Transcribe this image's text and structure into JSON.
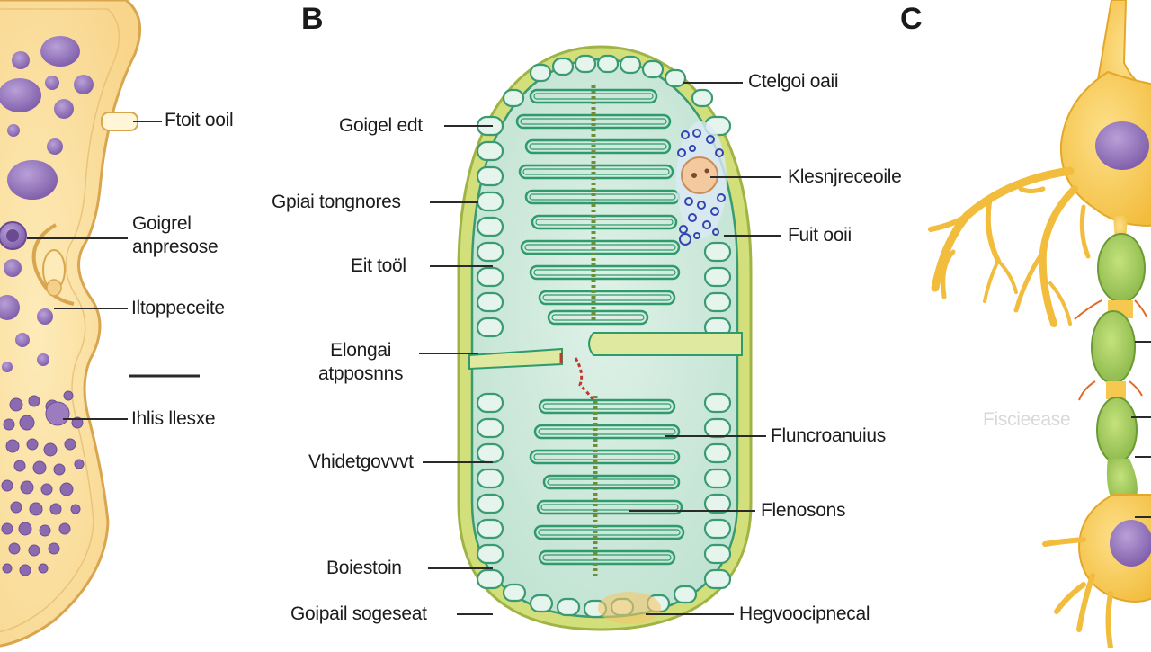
{
  "panels": {
    "b_letter": "B",
    "c_letter": "C"
  },
  "panel_a": {
    "labels": {
      "label_1": "Ftoit ooil",
      "label_2_line1": "Goigrel",
      "label_2_line2": "anpresose",
      "label_3": "Iltoppeceite",
      "label_4": "Ihlis llesxe"
    }
  },
  "panel_b": {
    "labels": {
      "left_1": "Goigel edt",
      "left_2": "Gpiai tongnores",
      "left_3": "Eit toöl",
      "left_4_line1": "Elongai",
      "left_4_line2": "atpposnns",
      "left_5": "Vhidetgovvvt",
      "left_6": "Boiestoin",
      "left_7": "Goipail sogeseat",
      "right_1": "Ctelgoi oaii",
      "right_2": "Klesnjreceoile",
      "right_3": "Fuit ooii",
      "right_4": "Fluncroanuius",
      "right_5": "Flenosons",
      "right_6": "Hegvoocipnecal"
    }
  },
  "panel_c": {
    "labels": {
      "faded": "Fiscieease"
    }
  },
  "colors": {
    "cell_fill": "#fbe3a6",
    "cell_outline": "#e0b05c",
    "nucleus": "#9d7cc0",
    "mito_outer": "#c9d76a",
    "mito_fill": "#cfe9de",
    "cristae": "#2f9a6c",
    "neuron": "#f6c850",
    "neuron_green": "#a8cf5a"
  }
}
